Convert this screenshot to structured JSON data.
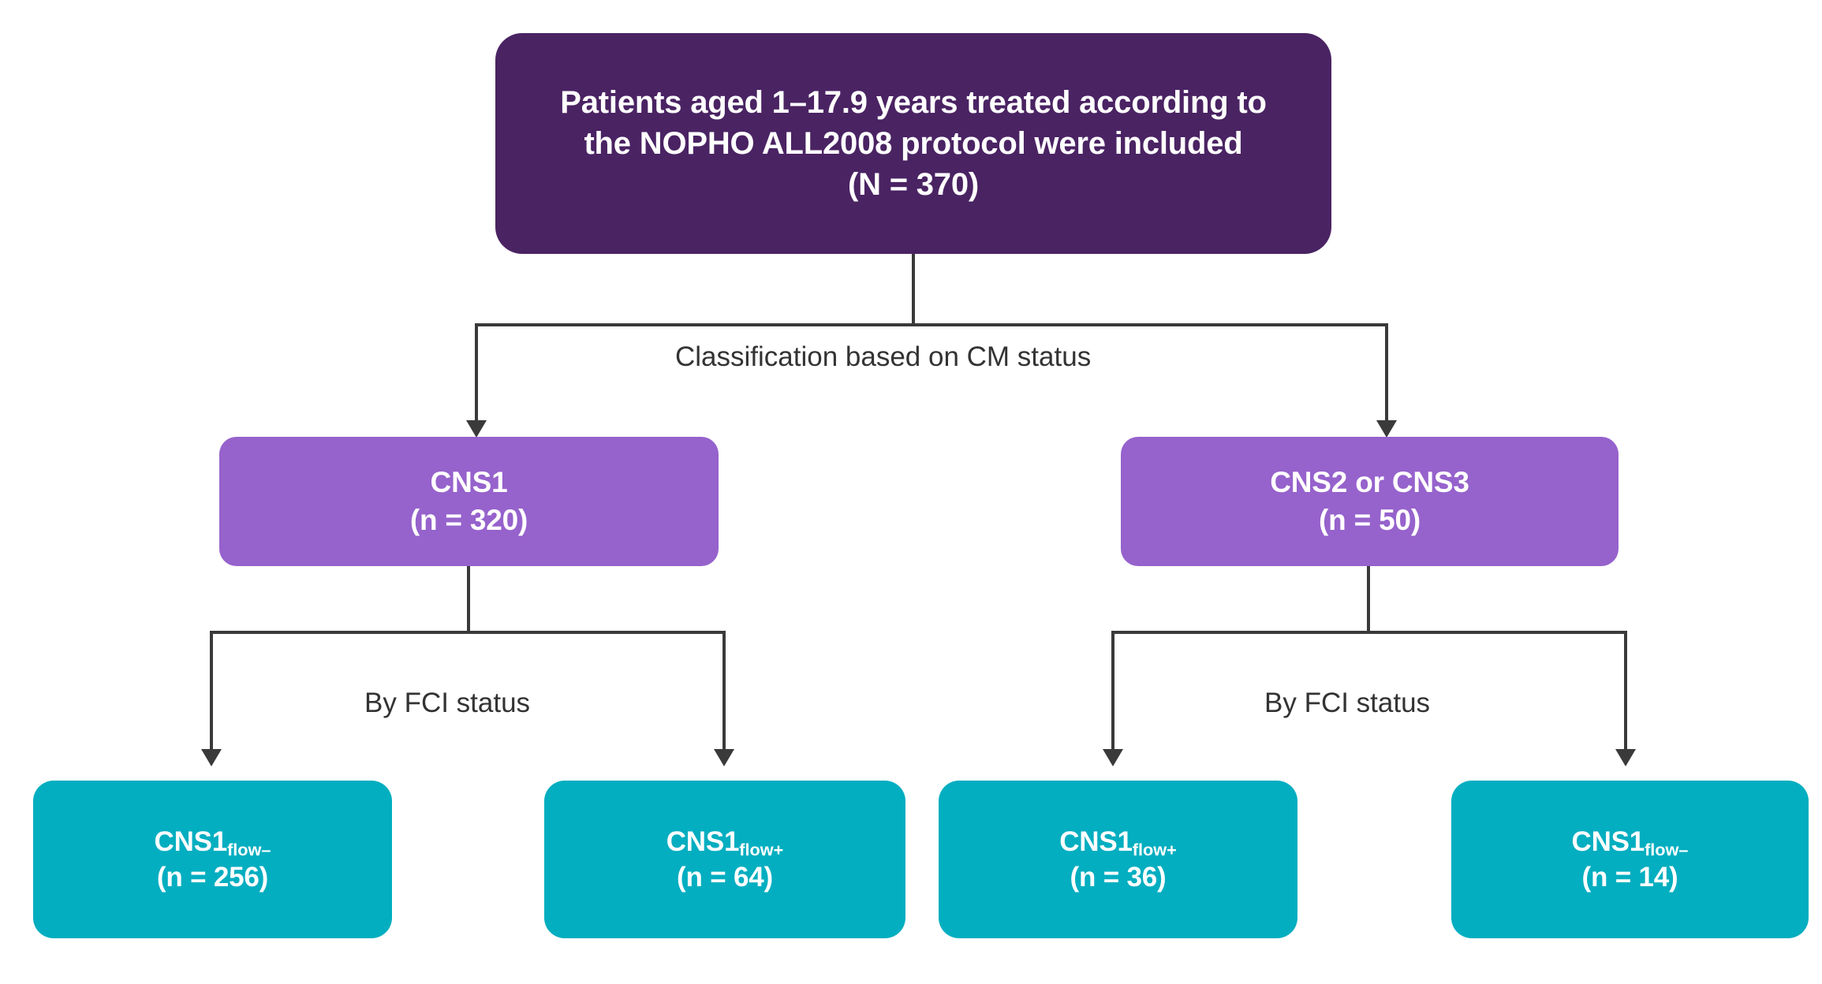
{
  "diagram": {
    "title": "NOPHO ALL2008 CNS classification flow diagram",
    "colors": {
      "root": "#4A2363",
      "level2": "#9662CC",
      "level3": "#02AEC0",
      "connector": "#3A3A3A",
      "label_text": "#333333",
      "node_text": "#FFFFFF",
      "background": "#FFFFFF"
    },
    "root": {
      "line1": "Patients aged 1–17.9 years treated according to",
      "line2": "the NOPHO ALL2008 protocol were included",
      "line3": "(N = 370)"
    },
    "edges": {
      "cm_status": "Classification based on CM status",
      "fci_status_left": "By FCI status",
      "fci_status_right": "By FCI status"
    },
    "level2": [
      {
        "label": "CNS1",
        "count": "(n = 320)"
      },
      {
        "label": "CNS2 or CNS3",
        "count": "(n = 50)"
      }
    ],
    "level3": [
      {
        "base": "CNS1",
        "subscript": "flow–",
        "count": "(n = 256)"
      },
      {
        "base": "CNS1",
        "subscript": "flow+",
        "count": "(n = 64)"
      },
      {
        "base": "CNS1",
        "subscript": "flow+",
        "count": "(n = 36)"
      },
      {
        "base": "CNS1",
        "subscript": "flow–",
        "count": "(n = 14)"
      }
    ]
  }
}
